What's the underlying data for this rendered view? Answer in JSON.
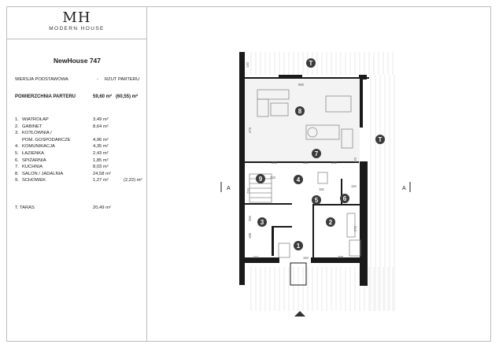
{
  "brand": {
    "monogram": "MH",
    "name": "MODERN HOUSE"
  },
  "project": {
    "title": "NewHouse 747"
  },
  "meta": {
    "version": "WERSJA PODSTAWOWA",
    "separator": "-",
    "plan": "RZUT PARTERU"
  },
  "floor_area": {
    "label": "POWIERZCHNIA PARTERU",
    "value": "59,60 m²",
    "alt": "(60,55) m²"
  },
  "rooms": [
    {
      "num": "1.",
      "name": "WIATROŁAP",
      "area": "3,49 m²",
      "extra": ""
    },
    {
      "num": "2.",
      "name": "GABINET",
      "area": "8,64 m²",
      "extra": ""
    },
    {
      "num": "3.",
      "name": "KOTŁOWNIA /",
      "area": "",
      "extra": ""
    },
    {
      "num": "",
      "name": "POM. GOSPODARCZE",
      "area": "4,96 m²",
      "extra": ""
    },
    {
      "num": "4.",
      "name": "KOMUNIKACJA",
      "area": "4,35 m²",
      "extra": ""
    },
    {
      "num": "5.",
      "name": "ŁAZIENKA",
      "area": "2,43 m²",
      "extra": ""
    },
    {
      "num": "6.",
      "name": "SPIŻARNIA",
      "area": "1,85 m²",
      "extra": ""
    },
    {
      "num": "7.",
      "name": "KUCHNIA",
      "area": "8,03 m²",
      "extra": ""
    },
    {
      "num": "8.",
      "name": "SALON / JADALNIA",
      "area": "24,58 m²",
      "extra": ""
    },
    {
      "num": "9.",
      "name": "SCHOWEK",
      "area": "1,27 m²",
      "extra": "(2,22) m²"
    }
  ],
  "terrace": {
    "label": "T.  TARAS",
    "area": "20,49 m²"
  },
  "plan": {
    "room_numbers": [
      "1",
      "2",
      "3",
      "4",
      "5",
      "6",
      "7",
      "8",
      "9"
    ],
    "terrace_marker": "T",
    "section_marker": "A",
    "dimensions": [
      "140",
      "650",
      "473",
      "270",
      "250",
      "150",
      "300",
      "222",
      "181",
      "115",
      "210",
      "272",
      "194",
      "144",
      "288",
      "250",
      "188"
    ],
    "colors": {
      "wall": "#1a1a1a",
      "terrace_line": "#c9c9c9",
      "furniture": "#9a9a9a",
      "floor": "#e6e6e6"
    }
  }
}
